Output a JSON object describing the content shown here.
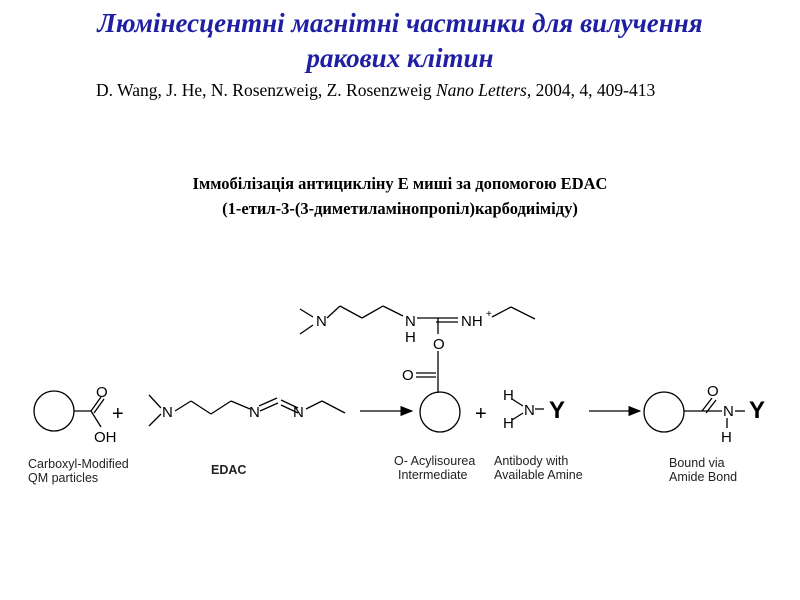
{
  "title": {
    "line1": "Люмінесцентні магнітні частинки для вилучення",
    "line2": "ракових клітин"
  },
  "citation": {
    "authors": "D. Wang, J. He, N. Rosenzweig, Z. Rosenzweig ",
    "journal": "Nano Letters",
    "details": ", 2004, 4, 409-413"
  },
  "subtitle": {
    "line1": "Іммобілізація антициклiну Е миші за допомогою EDAC",
    "line2": "(1-етил-3-(3-диметиламінопропіл)карбодиіміду)"
  },
  "scheme": {
    "atoms": {
      "top_n": "N",
      "top_nh": "N",
      "top_h": "H",
      "top_nhplus": "NH",
      "top_plus_sup": "+",
      "top_o": "O",
      "acyl_o": "O",
      "carboxyl_o": "O",
      "carboxyl_oh": "OH",
      "edac_n1": "N",
      "edac_n2": "N",
      "edac_n3": "N",
      "amine_h1": "H",
      "amine_n": "N",
      "amine_h2": "H",
      "amine_y": "Y",
      "amide_o": "O",
      "amide_n": "N",
      "amide_h": "H",
      "amide_y": "Y"
    },
    "plus_signs": [
      "+",
      "+"
    ],
    "captions": {
      "carboxyl_1": "Carboxyl-Modified",
      "carboxyl_2": "QM particles",
      "edac": "EDAC",
      "acyl_1": "O- Acylisourea",
      "acyl_2": "Intermediate",
      "antibody_1": "Antibody with",
      "antibody_2": "Available Amine",
      "bound_1": "Bound via",
      "bound_2": "Amide Bond"
    }
  },
  "colors": {
    "title": "#1f1fa3",
    "text": "#000000"
  }
}
